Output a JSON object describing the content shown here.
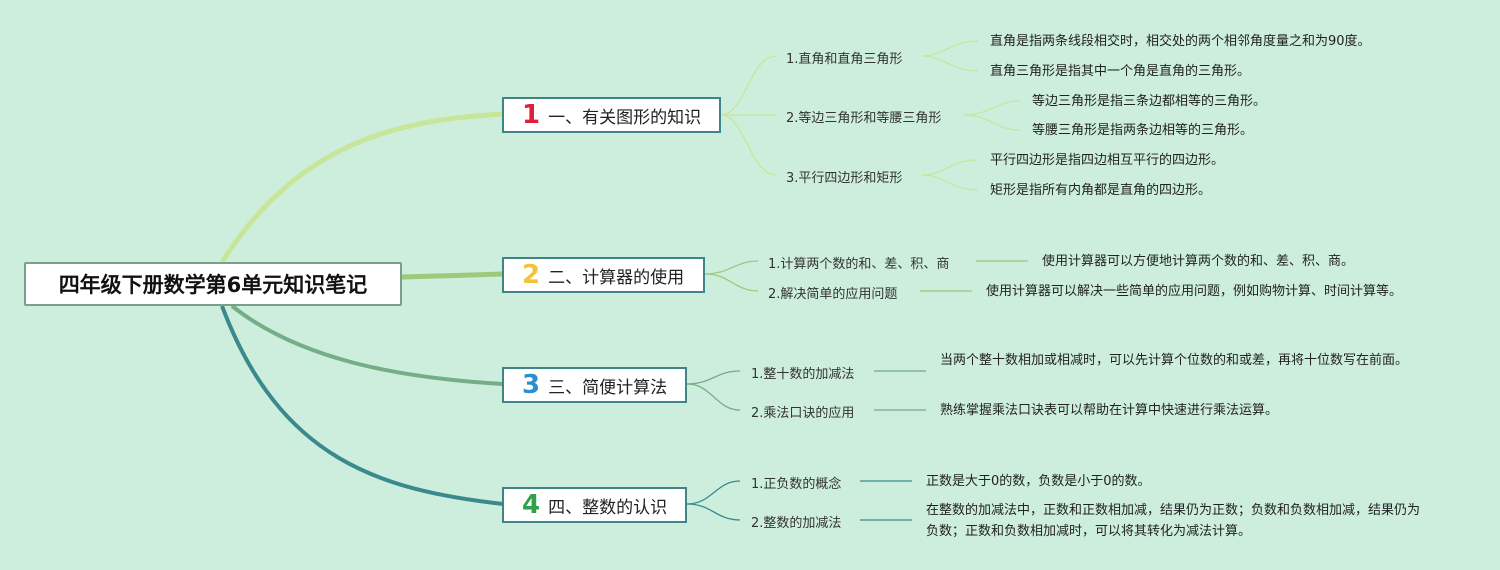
{
  "root": {
    "title": "四年级下册数学第6单元知识笔记"
  },
  "colors": {
    "background": "#cdeedd",
    "branch1": "#c8e59a",
    "branch2": "#9cc97a",
    "branch3": "#74ad86",
    "branch4": "#3a8a8d",
    "num1": "#e0203a",
    "num2": "#f2c437",
    "num3": "#2a8fd0",
    "num4": "#2ea14a"
  },
  "branches": [
    {
      "num": "1",
      "title": "一、有关图形的知识",
      "subs": [
        {
          "label": "1.直角和直角三角形",
          "leaves": [
            "直角是指两条线段相交时，相交处的两个相邻角度量之和为90度。",
            "直角三角形是指其中一个角是直角的三角形。"
          ]
        },
        {
          "label": "2.等边三角形和等腰三角形",
          "leaves": [
            "等边三角形是指三条边都相等的三角形。",
            "等腰三角形是指两条边相等的三角形。"
          ]
        },
        {
          "label": "3.平行四边形和矩形",
          "leaves": [
            "平行四边形是指四边相互平行的四边形。",
            "矩形是指所有内角都是直角的四边形。"
          ]
        }
      ]
    },
    {
      "num": "2",
      "title": "二、计算器的使用",
      "subs": [
        {
          "label": "1.计算两个数的和、差、积、商",
          "leaves": [
            "使用计算器可以方便地计算两个数的和、差、积、商。"
          ]
        },
        {
          "label": "2.解决简单的应用问题",
          "leaves": [
            "使用计算器可以解决一些简单的应用问题，例如购物计算、时间计算等。"
          ]
        }
      ]
    },
    {
      "num": "3",
      "title": "三、简便计算法",
      "subs": [
        {
          "label": "1.整十数的加减法",
          "leaves": [
            "当两个整十数相加或相减时，可以先计算个位数的和或差，再将十位数写在前面。"
          ]
        },
        {
          "label": "2.乘法口诀的应用",
          "leaves": [
            "熟练掌握乘法口诀表可以帮助在计算中快速进行乘法运算。"
          ]
        }
      ]
    },
    {
      "num": "4",
      "title": "四、整数的认识",
      "subs": [
        {
          "label": "1.正负数的概念",
          "leaves": [
            "正数是大于0的数，负数是小于0的数。"
          ]
        },
        {
          "label": "2.整数的加减法",
          "leaves": [
            "在整数的加减法中，正数和正数相加减，结果仍为正数；负数和负数相加减，结果仍为负数；正数和负数相加减时，可以将其转化为减法计算。"
          ]
        }
      ]
    }
  ]
}
